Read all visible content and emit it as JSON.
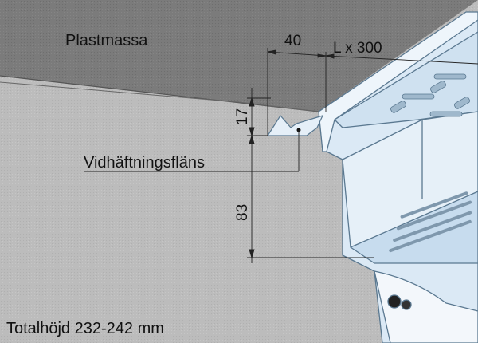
{
  "labels": {
    "material": "Plastmassa",
    "flange": "Vidhäftningsfläns",
    "total_height": "Totalhöjd 232-242 mm"
  },
  "dimensions": {
    "flange_width": "40",
    "length": "L x 300",
    "flange_height": "17",
    "lower_height": "83"
  },
  "colors": {
    "plastic": "#7a7a7a",
    "concrete": "#bdbdbd",
    "channel": "#dbe9f5",
    "channel_edge": "#5a7890"
  }
}
